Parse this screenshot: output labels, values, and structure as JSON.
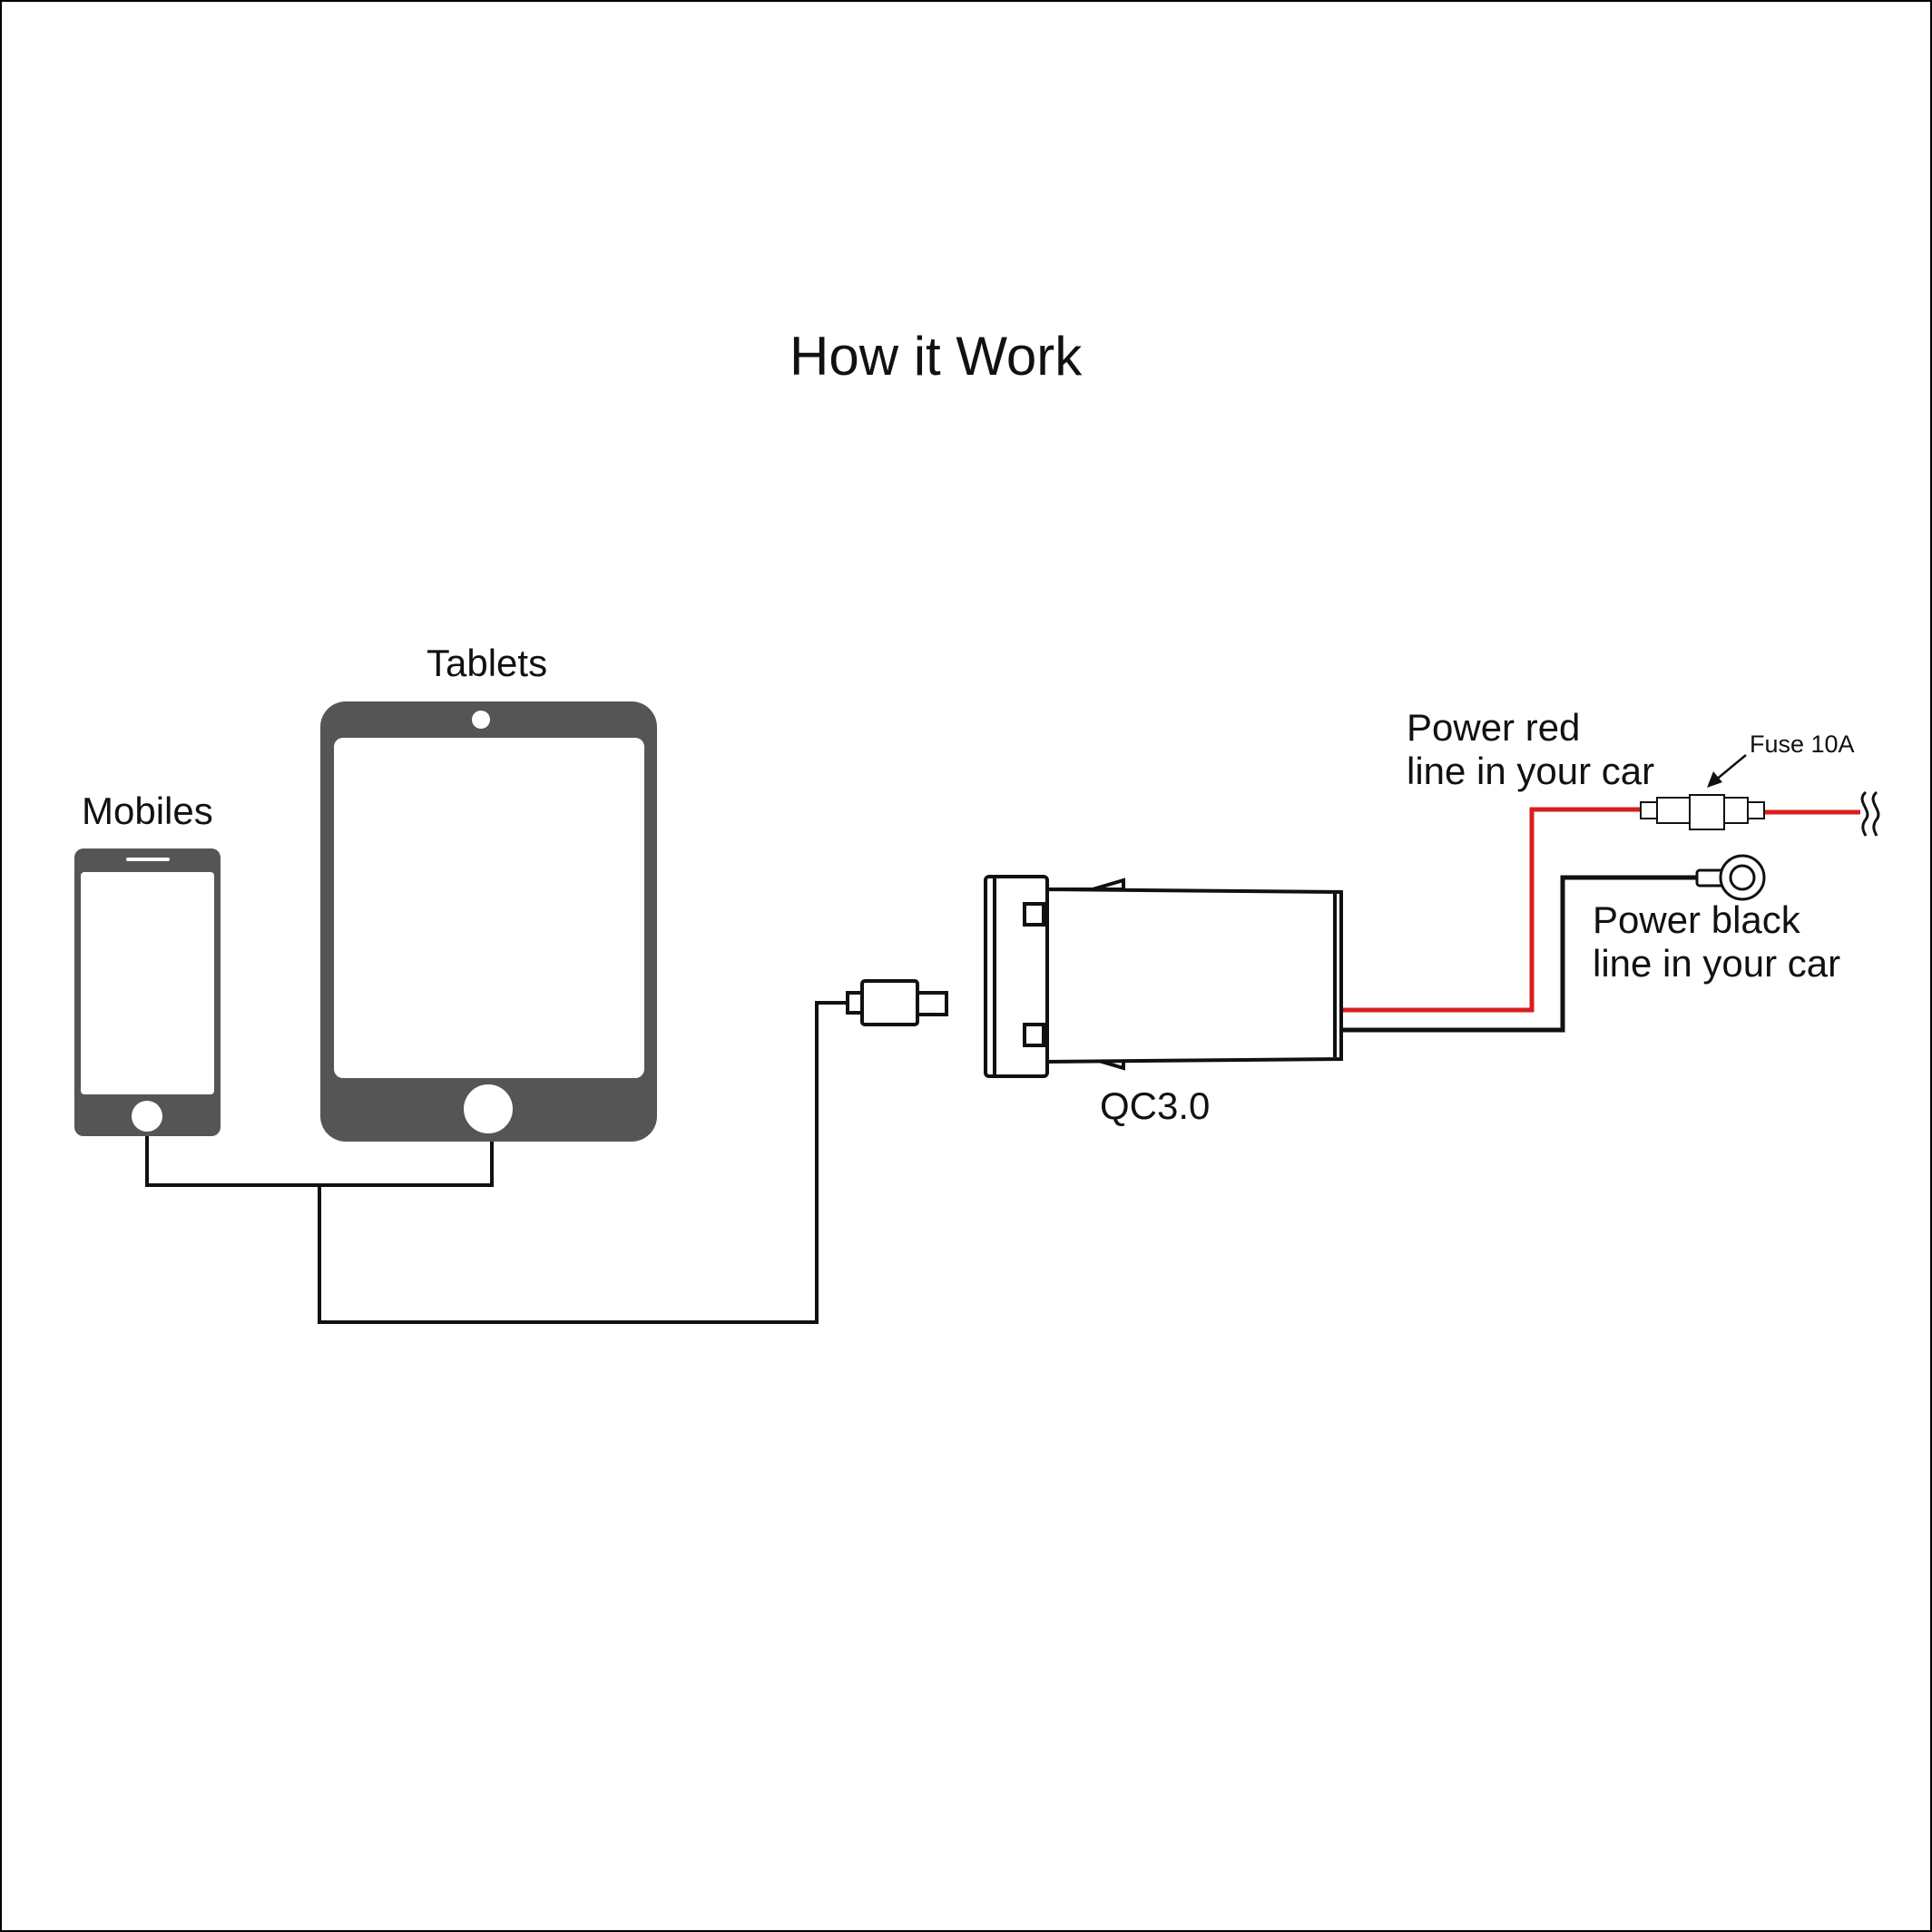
{
  "title": "How it Work",
  "labels": {
    "tablets": "Tablets",
    "mobiles": "Mobiles",
    "module": "QC3.0",
    "red_line": [
      "Power red",
      "line in your car"
    ],
    "black_line": [
      "Power black",
      "line in your car"
    ],
    "fuse": "Fuse 10A"
  },
  "colors": {
    "device": "#555555",
    "wire": "#111111",
    "red_wire": "#d81e1e",
    "background": "#ffffff"
  },
  "icons": {
    "mobile": "smartphone-icon",
    "tablet": "tablet-icon",
    "plug": "usb-plug-icon",
    "module": "usb-charger-socket-icon",
    "fuse": "inline-fuse-icon",
    "ring": "ring-terminal-icon",
    "break": "wire-break-icon"
  }
}
